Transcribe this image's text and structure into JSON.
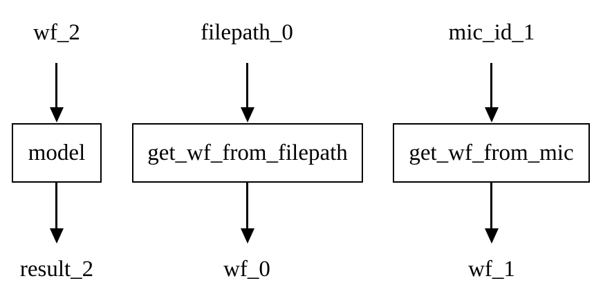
{
  "diagram": {
    "type": "dataflow-flowchart",
    "background_color": "#ffffff",
    "line_color": "#000000",
    "text_color": "#000000",
    "flows": [
      {
        "input": "wf_2",
        "process": "model",
        "output": "result_2"
      },
      {
        "input": "filepath_0",
        "process": "get_wf_from_filepath",
        "output": "wf_0"
      },
      {
        "input": "mic_id_1",
        "process": "get_wf_from_mic",
        "output": "wf_1"
      }
    ]
  }
}
